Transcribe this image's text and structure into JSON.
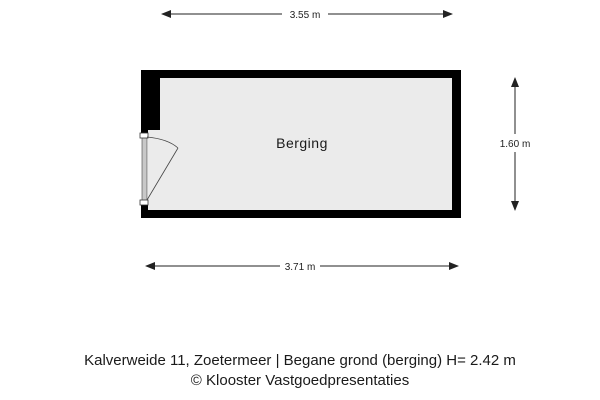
{
  "room": {
    "label": "Berging"
  },
  "dimensions": {
    "top": "3.55 m",
    "right": "1.60 m",
    "bottom": "3.71 m"
  },
  "caption": {
    "line1": "Kalverweide 11, Zoetermeer | Begane grond (berging)  H= 2.42 m",
    "line2": "© Klooster Vastgoedpresentaties"
  },
  "colors": {
    "wall": "#000000",
    "floor": "#ebebeb",
    "dimension_line": "#222222",
    "door_frame": "#c8c8c8"
  }
}
